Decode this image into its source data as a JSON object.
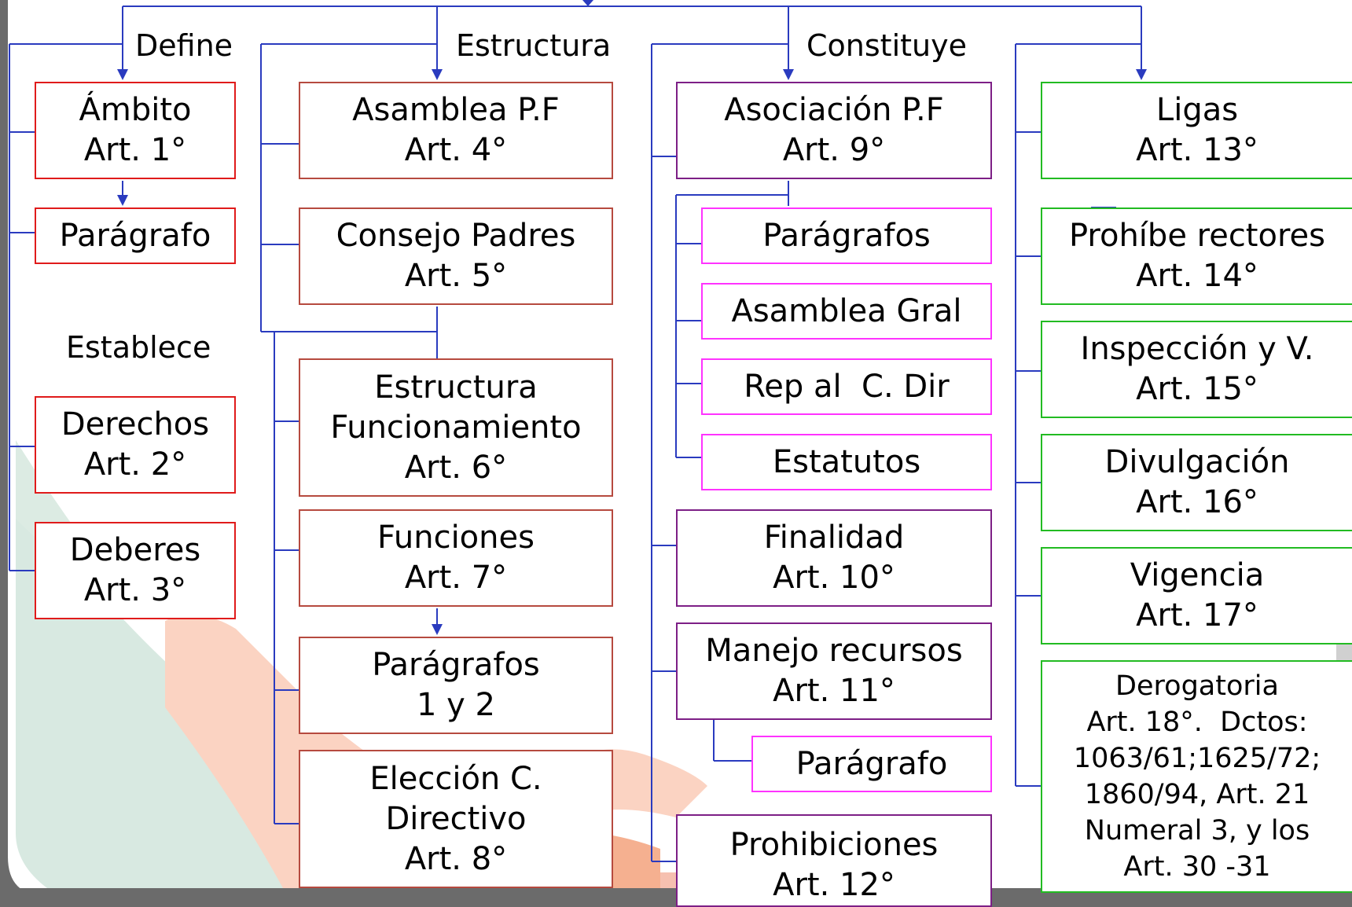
{
  "labels": {
    "define": "Define",
    "estructura": "Estructura",
    "constituye": "Constituye",
    "establece": "Establece"
  },
  "col1": {
    "ambito": [
      "Ámbito",
      "Art. 1°"
    ],
    "paragrafo": [
      "Parágrafo"
    ],
    "derechos": [
      "Derechos",
      "Art. 2°"
    ],
    "deberes": [
      "Deberes",
      "Art. 3°"
    ]
  },
  "col2": {
    "asamblea": [
      "Asamblea P.F",
      "Art. 4°"
    ],
    "consejo": [
      "Consejo Padres",
      "Art. 5°"
    ],
    "estructura": [
      "Estructura",
      "Funcionamiento",
      "Art. 6°"
    ],
    "funciones": [
      "Funciones",
      "Art. 7°"
    ],
    "paragrafos": [
      "Parágrafos",
      "1 y 2"
    ],
    "eleccion": [
      "Elección C.",
      "Directivo",
      "Art. 8°"
    ]
  },
  "col3": {
    "asociacion": [
      "Asociación P.F",
      "Art. 9°"
    ],
    "paragrafos": [
      "Parágrafos"
    ],
    "asamblea_gral": [
      "Asamblea Gral"
    ],
    "rep": [
      "Rep al  C. Dir"
    ],
    "estatutos": [
      "Estatutos"
    ],
    "finalidad": [
      "Finalidad",
      "Art. 10°"
    ],
    "manejo": [
      "Manejo recursos",
      "Art. 11°"
    ],
    "paragrafo": [
      "Parágrafo"
    ],
    "prohibiciones": [
      "Prohibiciones",
      "Art. 12°"
    ]
  },
  "col4": {
    "ligas": [
      "Ligas",
      "Art. 13°"
    ],
    "prohibe": [
      "Prohíbe rectores",
      "Art. 14°"
    ],
    "inspeccion": [
      "Inspección y V.",
      "Art. 15°"
    ],
    "divulgacion": [
      "Divulgación",
      "Art. 16°"
    ],
    "vigencia": [
      "Vigencia",
      "Art. 17°"
    ],
    "derogatoria": [
      "Derogatoria",
      "Art. 18°.  Dctos:",
      "1063/61;1625/72;",
      "1860/94, Art. 21",
      "Numeral 3, y los",
      "Art. 30 -31"
    ]
  },
  "colors": {
    "connector": "#2a3bbf",
    "red": "#e01b1b",
    "brown": "#b64a3f",
    "purple": "#7d1f86",
    "pink": "#ff33ff",
    "green": "#22bb22"
  }
}
